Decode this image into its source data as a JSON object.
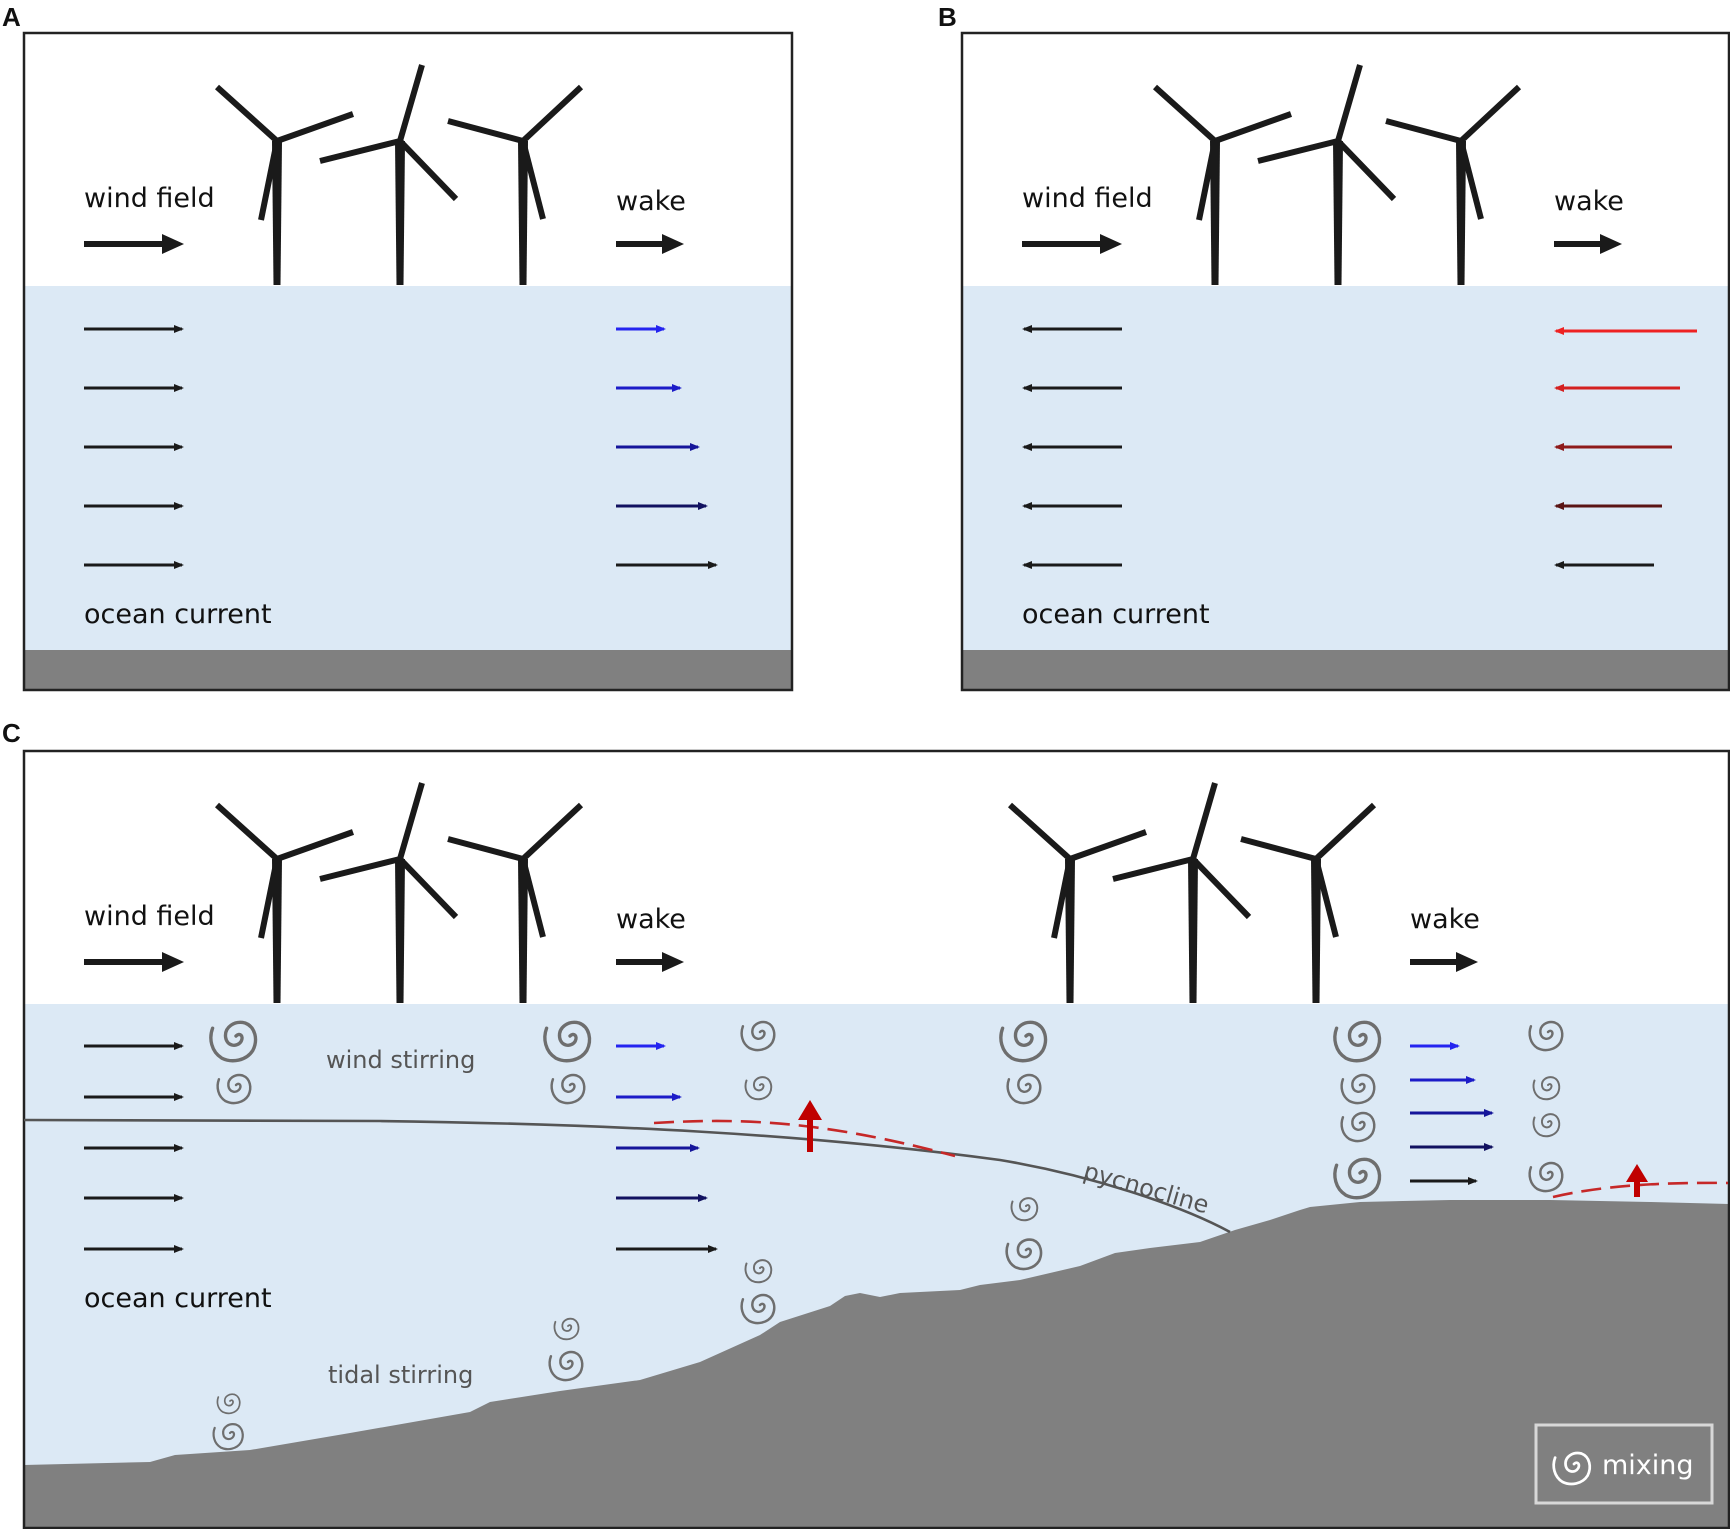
{
  "panels": {
    "a": {
      "letter": "A",
      "wind_label": "wind field",
      "wake_label": "wake",
      "current_label": "ocean current"
    },
    "b": {
      "letter": "B",
      "wind_label": "wind field",
      "wake_label": "wake",
      "current_label": "ocean current"
    },
    "c": {
      "letter": "C",
      "wind_label": "wind field",
      "wake_label_1": "wake",
      "wake_label_2": "wake",
      "current_label": "ocean current",
      "wind_stirring_label": "wind stirring",
      "tidal_stirring_label": "tidal stirring",
      "pycnocline_label": "pycnocline",
      "legend_label": "mixing"
    }
  },
  "colors": {
    "sky": "#ffffff",
    "water": "#dce9f5",
    "seabed": "#808080",
    "turbine": "#1a1a1a",
    "upwelling_arrow": "#c00000",
    "pycnocline_shifted": "#c62828"
  },
  "icons": [
    "wind-turbine-icon",
    "mixing-swirl-icon",
    "arrow-icon"
  ]
}
